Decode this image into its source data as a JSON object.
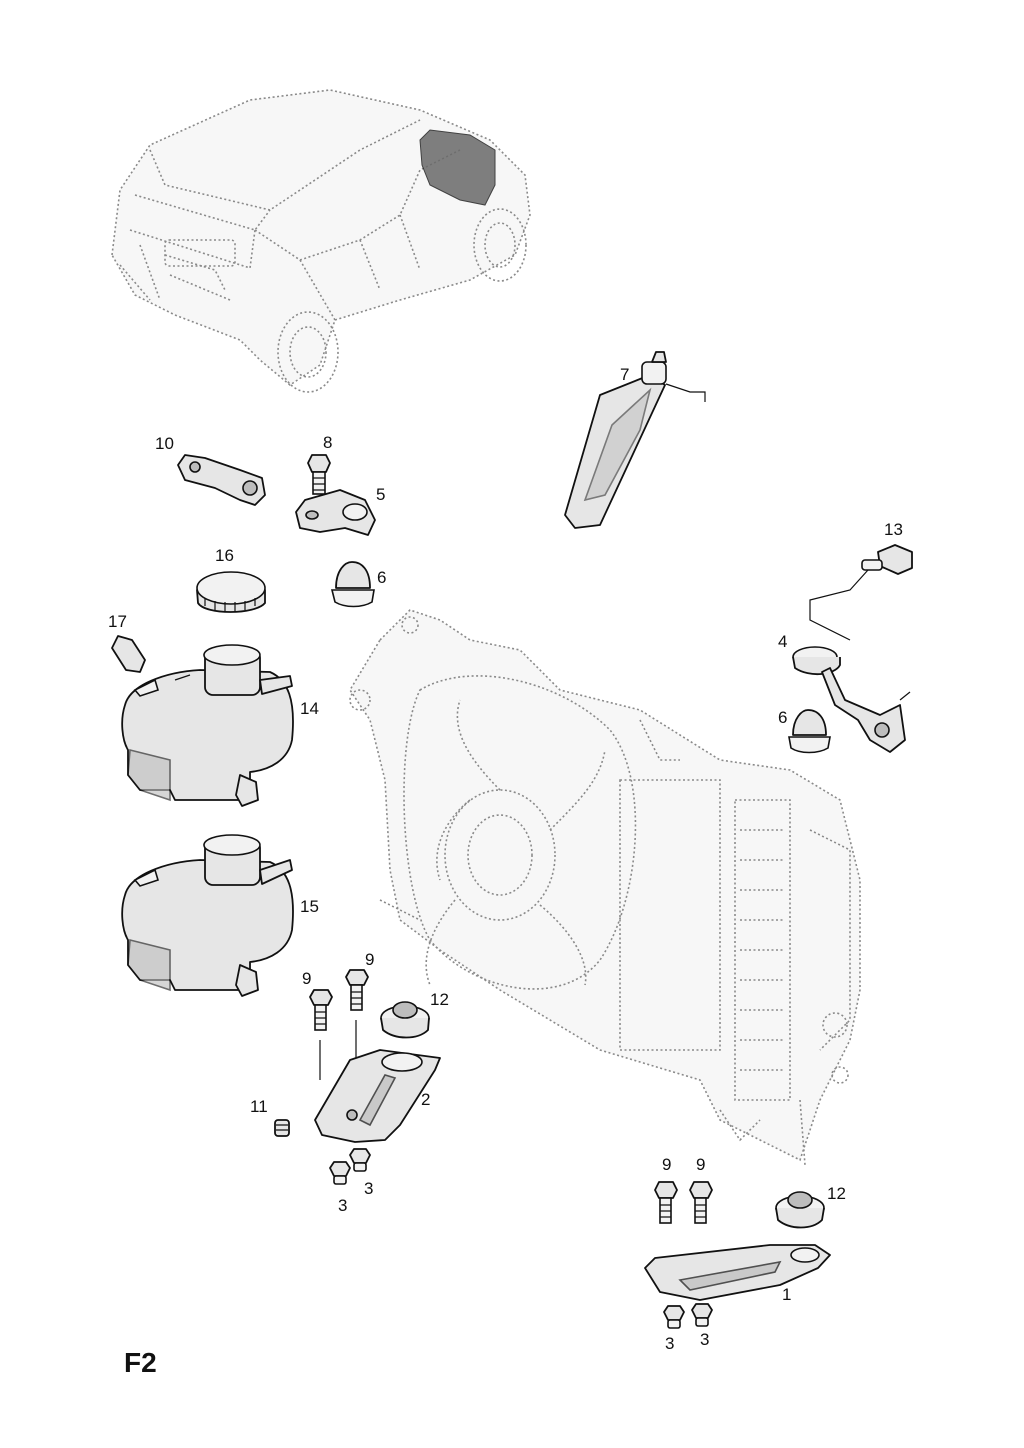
{
  "figure": {
    "code": "F2",
    "callouts": {
      "c1": "1",
      "c2": "2",
      "c3a": "3",
      "c3b": "3",
      "c3c": "3",
      "c3d": "3",
      "c4": "4",
      "c5": "5",
      "c6a": "6",
      "c6b": "6",
      "c7": "7",
      "c8": "8",
      "c9a": "9",
      "c9b": "9",
      "c9c": "9",
      "c9d": "9",
      "c10": "10",
      "c11": "11",
      "c12a": "12",
      "c12b": "12",
      "c13": "13",
      "c14": "14",
      "c15": "15",
      "c16": "16",
      "c17": "17"
    }
  }
}
